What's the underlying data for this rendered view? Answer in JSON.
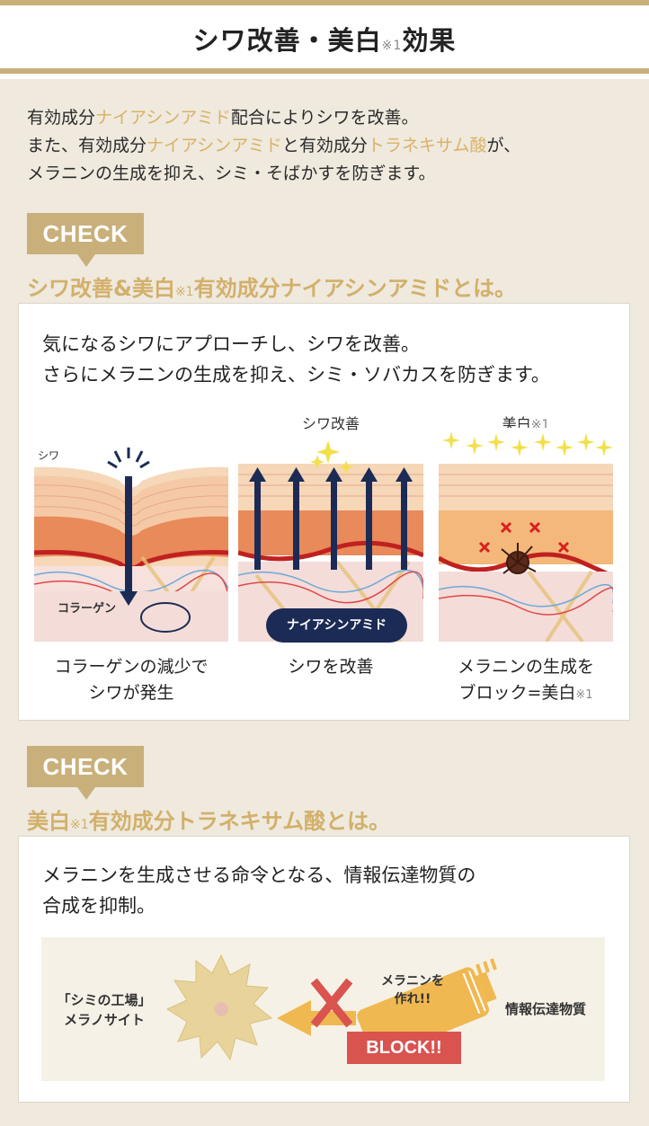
{
  "header": {
    "title_main": "シワ改善・美白",
    "title_note": "※1",
    "title_tail": "効果"
  },
  "intro": {
    "line1_a": "有効成分",
    "line1_hl": "ナイアシンアミド",
    "line1_b": "配合によりシワを改善。",
    "line2_a": "また、有効成分",
    "line2_hl1": "ナイアシンアミド",
    "line2_b": "と有効成分",
    "line2_hl2": "トラネキサム酸",
    "line2_c": "が、",
    "line3": "メラニンの生成を抑え、シミ・そばかすを防ぎます。"
  },
  "section1": {
    "badge": "CHECK",
    "title_a": "シワ改善&美白",
    "title_note": "※1",
    "title_b": "有効成分ナイアシンアミドとは。",
    "lead_line1": "気になるシワにアプローチし、シワを改善。",
    "lead_line2": "さらにメラニンの生成を抑え、シミ・ソバカスを防ぎます。",
    "panels": [
      {
        "top_label": "",
        "inner_label_wrinkle": "シワ",
        "inner_label_collagen": "コラーゲン",
        "caption_line1": "コラーゲンの減少で",
        "caption_line2": "シワが発生"
      },
      {
        "top_label": "シワ改善",
        "pill": "ナイアシンアミド",
        "caption_line1": "シワを改善"
      },
      {
        "top_label": "美白",
        "top_note": "※1",
        "caption_line1": "メラニンの生成を",
        "caption_line2": "ブロック=美白",
        "caption_note": "※1"
      }
    ]
  },
  "section2": {
    "badge": "CHECK",
    "title_a": "美白",
    "title_note": "※1",
    "title_b": "有効成分トラネキサム酸とは。",
    "lead_line1": "メラニンを生成させる命令となる、情報伝達物質の",
    "lead_line2": "合成を抑制。",
    "diagram": {
      "left_line1": "「シミの工場」",
      "left_line2": "メラノサイト",
      "tube_line1": "メラニンを",
      "tube_line2": "作れ!!",
      "right_label": "情報伝達物質",
      "block": "BLOCK!!"
    }
  },
  "colors": {
    "gold": "#c9b07a",
    "highlight": "#d9b266",
    "navy": "#1b2b55",
    "block_red": "#d9534f",
    "background": "#efe9de"
  }
}
